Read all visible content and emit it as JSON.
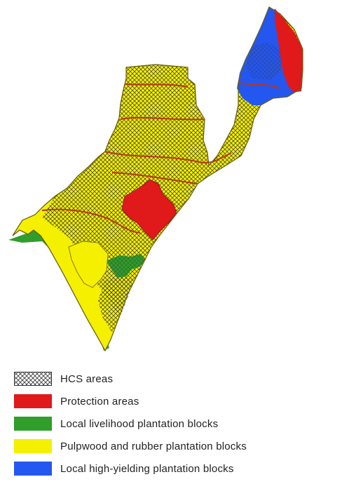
{
  "legend": {
    "items": [
      {
        "key": "hcs",
        "label": "HCS areas",
        "color": "#000000",
        "pattern": "crosshatch"
      },
      {
        "key": "protection",
        "label": "Protection areas",
        "color": "#e0191b"
      },
      {
        "key": "livelihood",
        "label": "Local livelihood plantation blocks",
        "color": "#2f9e2a"
      },
      {
        "key": "pulpwood",
        "label": "Pulpwood and rubber plantation blocks",
        "color": "#f4f000"
      },
      {
        "key": "highyield",
        "label": "Local high-yielding plantation blocks",
        "color": "#2457f0"
      }
    ]
  },
  "colors": {
    "boundary": "#8a7a1a",
    "road": "#b5381c",
    "hatch": "#333333"
  }
}
